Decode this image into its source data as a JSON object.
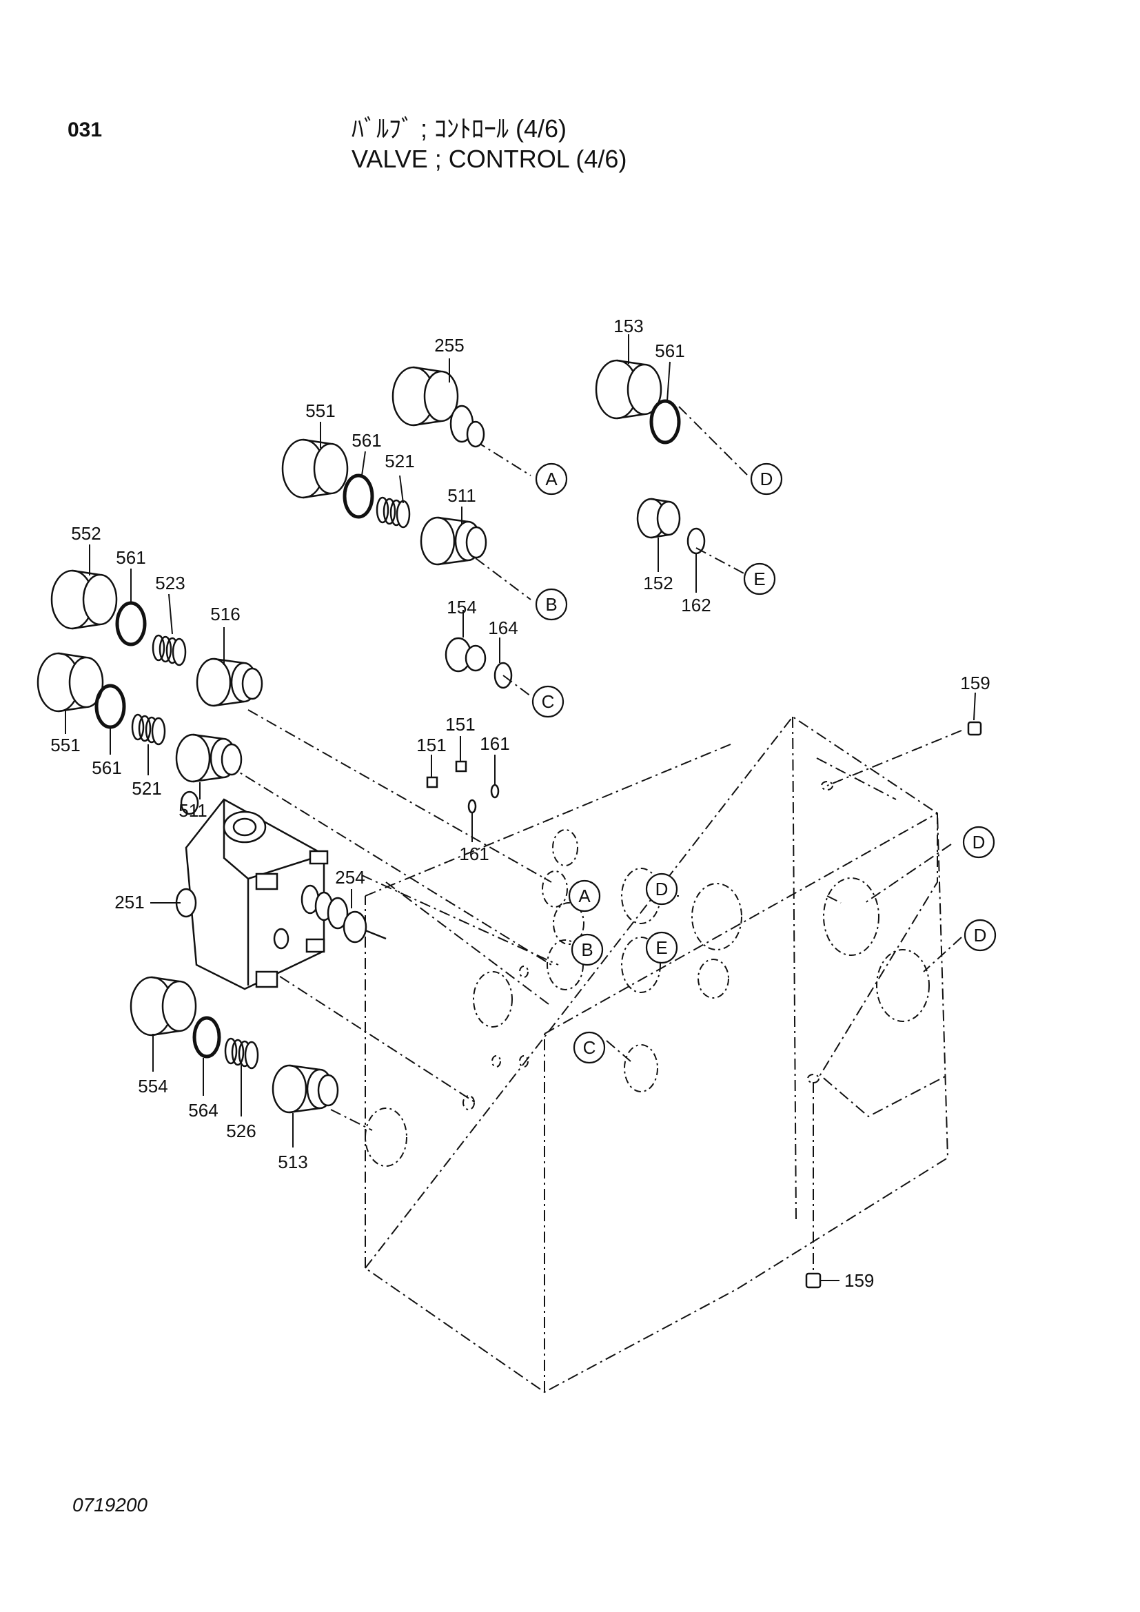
{
  "header": {
    "page_number": "031",
    "title_jp": "ﾊﾞﾙﾌﾞ ; ｺﾝﾄﾛｰﾙ (4/6)",
    "title_en": "VALVE ; CONTROL (4/6)"
  },
  "footer": {
    "drawing_number": "0719200"
  },
  "callouts": [
    {
      "id": "c-255a",
      "text": "255"
    },
    {
      "id": "c-153",
      "text": "153"
    },
    {
      "id": "c-561a",
      "text": "561"
    },
    {
      "id": "c-551a",
      "text": "551"
    },
    {
      "id": "c-561b",
      "text": "561"
    },
    {
      "id": "c-521a",
      "text": "521"
    },
    {
      "id": "c-511a",
      "text": "511"
    },
    {
      "id": "c-552",
      "text": "552"
    },
    {
      "id": "c-561c",
      "text": "561"
    },
    {
      "id": "c-523",
      "text": "523"
    },
    {
      "id": "c-516",
      "text": "516"
    },
    {
      "id": "c-154",
      "text": "154"
    },
    {
      "id": "c-164",
      "text": "164"
    },
    {
      "id": "c-152",
      "text": "152"
    },
    {
      "id": "c-162",
      "text": "162"
    },
    {
      "id": "c-159a",
      "text": "159"
    },
    {
      "id": "c-551b",
      "text": "551"
    },
    {
      "id": "c-561d",
      "text": "561"
    },
    {
      "id": "c-521b",
      "text": "521"
    },
    {
      "id": "c-511b",
      "text": "511"
    },
    {
      "id": "c-151a",
      "text": "151"
    },
    {
      "id": "c-151b",
      "text": "151"
    },
    {
      "id": "c-161a",
      "text": "161"
    },
    {
      "id": "c-161b",
      "text": "161"
    },
    {
      "id": "c-254",
      "text": "254"
    },
    {
      "id": "c-251",
      "text": "251"
    },
    {
      "id": "c-554",
      "text": "554"
    },
    {
      "id": "c-564",
      "text": "564"
    },
    {
      "id": "c-526",
      "text": "526"
    },
    {
      "id": "c-513",
      "text": "513"
    },
    {
      "id": "c-159b",
      "text": "159"
    }
  ],
  "connectors": [
    {
      "id": "k-A1",
      "text": "A"
    },
    {
      "id": "k-D1",
      "text": "D"
    },
    {
      "id": "k-B1",
      "text": "B"
    },
    {
      "id": "k-E1",
      "text": "E"
    },
    {
      "id": "k-C1",
      "text": "C"
    },
    {
      "id": "k-A2",
      "text": "A"
    },
    {
      "id": "k-D2",
      "text": "D"
    },
    {
      "id": "k-B2",
      "text": "B"
    },
    {
      "id": "k-E2",
      "text": "E"
    },
    {
      "id": "k-C2",
      "text": "C"
    },
    {
      "id": "k-D3",
      "text": "D"
    },
    {
      "id": "k-D4",
      "text": "D"
    }
  ]
}
